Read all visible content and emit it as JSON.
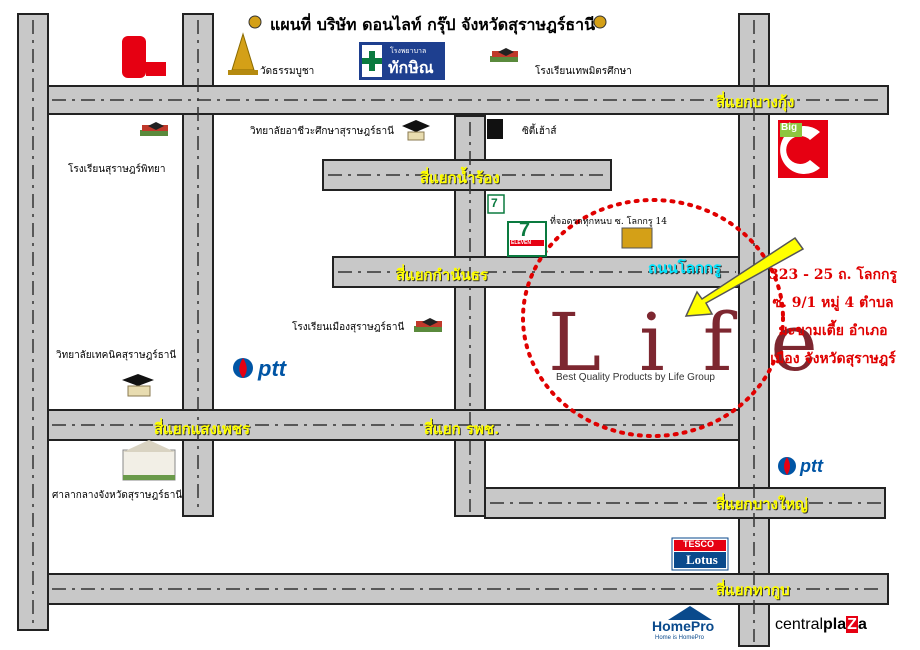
{
  "title": "แผนที่ บริษัท ดอนไลท์ กรุ๊ป จังหวัดสุราษฎร์ธานี",
  "roads": {
    "bang_kung": "สี่แยกบางกุ้ง",
    "nam_rong": "สี่แยกน้ำร้อง",
    "kamnan_thon": "สี่แยกกำนันธร",
    "saeng_phet": "สี่แยกแสงเพชร",
    "ror_phor_sor": "สี่แยก รพช.",
    "bang_yai": "สี่แยกบางใหญ่",
    "tha_kup": "สี่แยกทากูบ",
    "lok_kru": "ถนนโลกกรู"
  },
  "places": {
    "wat": "วัดธรรมบูชา",
    "hospital": "โรงพยาบาล",
    "hospital_brand": "ทักษิณ",
    "school_thepmitr": "โรงเรียนเทพมิตรศึกษา",
    "college_kanom": "วิทยาลัยอาชีวะศึกษาสุราษฎร์ธานี",
    "school_suratpittaya": "โรงเรียนสุราษฎร์พิทยา",
    "cityhouse": "ซิตี้เฮ้าส์",
    "lok_kru_14": "ที่จอดรถทุกหนบ ซ. โลกกรู 14",
    "school_muang": "โรงเรียนเมืองสุราษฎร์ธานี",
    "tech_college": "วิทยาลัยเทคนิคสุราษฎร์ธานี",
    "city_hall": "ศาลากลางจังหวัดสุราษฎร์ธานี"
  },
  "brands": {
    "bigc_1": "Big",
    "bigc_2": "C",
    "ptt": "ptt",
    "seven": "7",
    "seven_sub": "ELEVEN",
    "tesco": "TESCO",
    "lotus": "Lotus",
    "homepro": "HomePro",
    "homepro_sub": "Home is HomePro",
    "central_1": "central",
    "central_2": "pla",
    "central_3": "Z",
    "central_4": "a",
    "life": "Life",
    "life_tag": "Best Quality Products by    Life Group"
  },
  "address": [
    "323 - 25  ถ. โลกกรู",
    "ซ. 9/1 หมู่ 4 ตำบล",
    "มะขามเตี้ย อำเภอ",
    "เมือง จังหวัดสุราษฎร์"
  ],
  "colors": {
    "road_fill": "#c8c8c8",
    "road_label": "#ffff00",
    "road_label_cyan": "#00e5ff",
    "marker": "#e00000",
    "arrow": "#ffff00",
    "life": "#7d2730",
    "bigc": "#e60012"
  }
}
